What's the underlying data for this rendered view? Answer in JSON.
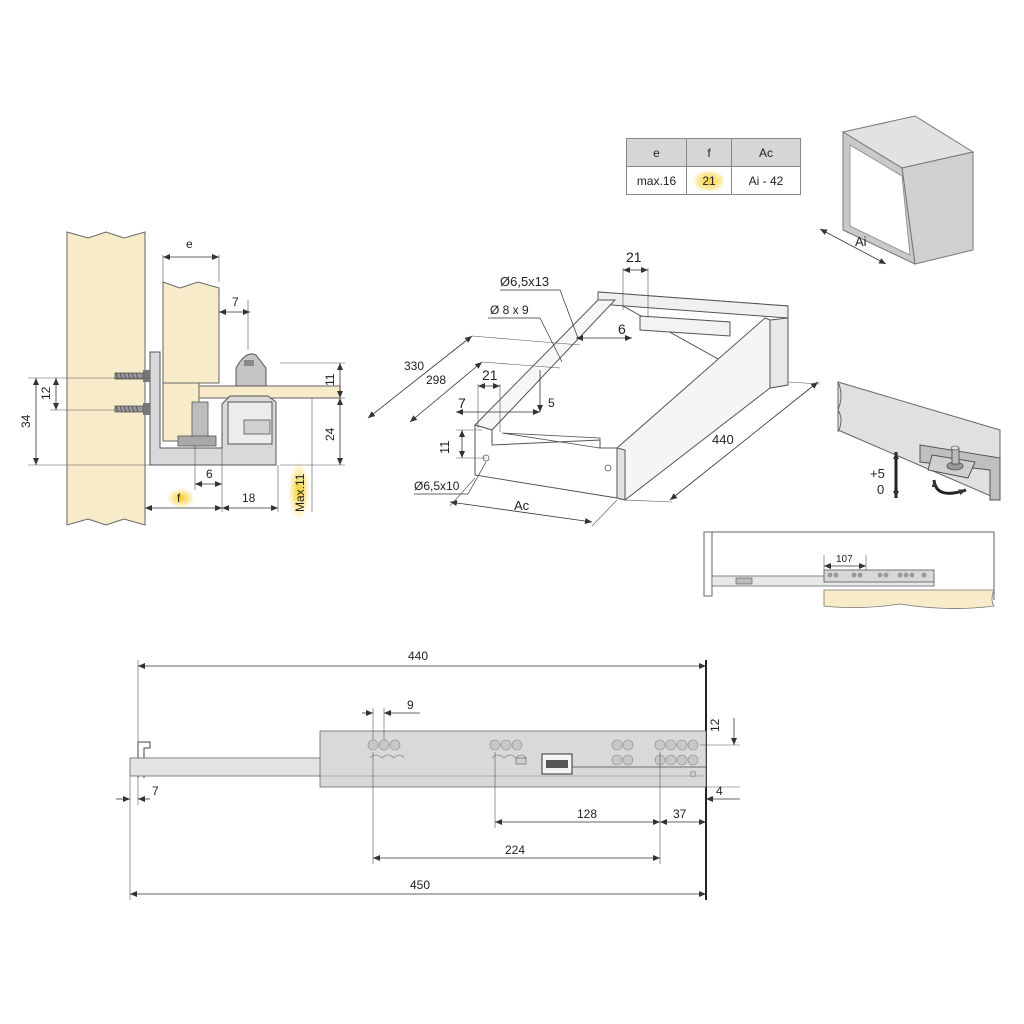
{
  "spec_table": {
    "headers": [
      "e",
      "f",
      "Ac"
    ],
    "values": [
      "max.16",
      "21",
      "Ai - 42"
    ]
  },
  "cabinet_box": {
    "width_label": "Ai"
  },
  "section_view": {
    "labels": {
      "e": "e",
      "seven": "7",
      "eleven": "11",
      "thirtyfour": "34",
      "twelve": "12",
      "twentyfour": "24",
      "six": "6",
      "f": "f",
      "eighteen": "18",
      "max11": "Max.11"
    }
  },
  "drawer_view": {
    "labels": {
      "d21_top": "21",
      "dia_6_5x13": "Ø6,5x13",
      "dia_8x9": "Ø 8 x 9",
      "six": "6",
      "d330": "330",
      "d298": "298",
      "d21_mid": "21",
      "seven": "7",
      "five": "5",
      "eleven": "11",
      "dia_6_5x10": "Ø6,5x10",
      "ac": "Ac",
      "d440": "440"
    }
  },
  "adjust_view": {
    "plus5": "+5",
    "zero": "0"
  },
  "extension_view": {
    "d107": "107"
  },
  "runner_view": {
    "labels": {
      "d440": "440",
      "nine": "9",
      "twelve": "12",
      "seven": "7",
      "four": "4",
      "d128": "128",
      "d37": "37",
      "d224": "224",
      "d450": "450"
    }
  }
}
